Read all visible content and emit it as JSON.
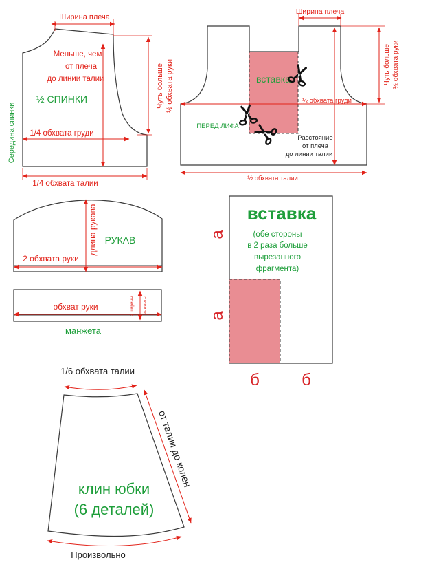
{
  "colors": {
    "outline": "#3a3a3a",
    "dimension": "#e2231a",
    "label_green": "#1e9e3a",
    "insert_fill": "#e98d93",
    "letter_red": "#d8262a",
    "dark_text": "#222222"
  },
  "back": {
    "shoulder_width": "Ширина плеча",
    "note_line1": "Меньше, чем",
    "note_line2": "от плеча",
    "note_line3": "до линии талии",
    "title": "½ СПИНКИ",
    "center_back": "Середина спинки",
    "chest": "1/4 обхвата груди",
    "waist": "1/4 обхвата талии",
    "arm_line1": "Чуть больше",
    "arm_line2": "½ обхвата руки"
  },
  "front": {
    "shoulder_width": "Ширина плеча",
    "insert_label": "вставка",
    "bodice_front": "ПЕРЕД ЛИФА",
    "chest": "½ обхвата груди",
    "dist_line1": "Расстояние",
    "dist_line2": "от плеча",
    "dist_line3": "до линии талии",
    "waist": "½ обхвата талии",
    "arm_line1": "Чуть больше",
    "arm_line2": "½ обхвата руки"
  },
  "sleeve": {
    "title": "РУКАВ",
    "length": "длина рукава",
    "width": "2 обхвата руки"
  },
  "cuff": {
    "girth": "обхват руки",
    "width_line1": "2 ширины",
    "width_line2": "манжеты",
    "title": "манжета"
  },
  "insert_detail": {
    "title": "вставка",
    "note_line1": "(обе стороны",
    "note_line2": "в 2 раза больше",
    "note_line3": "вырезанного",
    "note_line4": "фрагмента)",
    "side_a1": "а",
    "side_a2": "а",
    "side_b1": "б",
    "side_b2": "б"
  },
  "skirt": {
    "top": "1/6 обхвата талии",
    "side": "от талии до колен",
    "title_line1": "клин юбки",
    "title_line2": "(6 деталей)",
    "bottom": "Произвольно"
  },
  "icons": [
    "scissors-icon"
  ]
}
